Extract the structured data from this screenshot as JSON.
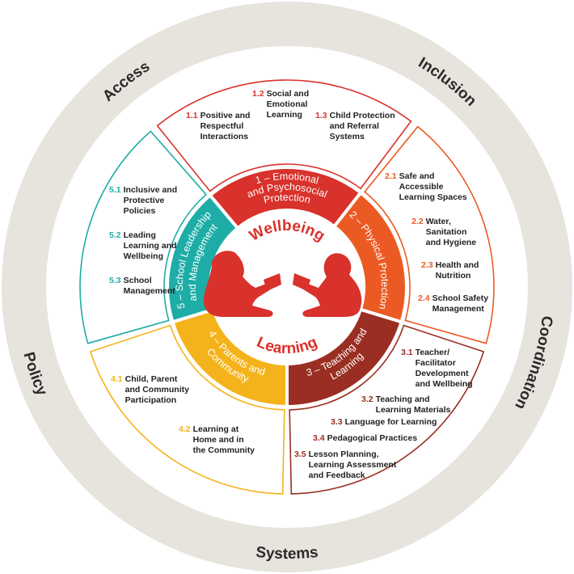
{
  "colors": {
    "ring": "#e7e3dd",
    "s1": "#d9312b",
    "s2": "#ec5a24",
    "s3": "#9a2e22",
    "s4": "#f5b31b",
    "s5": "#1dada6",
    "center_text": "#d9312b",
    "item_text": "#222222"
  },
  "outer_ring": [
    "Access",
    "Inclusion",
    "Coordination",
    "Systems",
    "Policy"
  ],
  "center": {
    "top": "Wellbeing",
    "bottom": "Learning",
    "image": "children-reading-icon"
  },
  "domains": [
    {
      "lines": [
        "1 – Emotional",
        "and Psychosocial",
        "Protection"
      ]
    },
    {
      "lines": [
        "2 – Physical Protection"
      ]
    },
    {
      "lines": [
        "3 – Teaching and",
        "Learning"
      ]
    },
    {
      "lines": [
        "4 – Parents and",
        "Community"
      ]
    },
    {
      "lines": [
        "5 – School Leadership",
        "and Management"
      ]
    }
  ],
  "items": [
    {
      "num": "1.1",
      "text": "Positive and\nRespectful\nInteractions",
      "domain": 1
    },
    {
      "num": "1.2",
      "text": "Social and\nEmotional\nLearning",
      "domain": 1
    },
    {
      "num": "1.3",
      "text": "Child Protection\nand Referral\nSystems",
      "domain": 1
    },
    {
      "num": "2.1",
      "text": "Safe and\nAccessible\nLearning Spaces",
      "domain": 2
    },
    {
      "num": "2.2",
      "text": "Water,\nSanitation\nand Hygiene",
      "domain": 2
    },
    {
      "num": "2.3",
      "text": "Health and\nNutrition",
      "domain": 2
    },
    {
      "num": "2.4",
      "text": "School Safety\nManagement",
      "domain": 2
    },
    {
      "num": "3.1",
      "text": "Teacher/\nFacilitator\nDevelopment\nand Wellbeing",
      "domain": 3
    },
    {
      "num": "3.2",
      "text": "Teaching and\nLearning Materials",
      "domain": 3
    },
    {
      "num": "3.3",
      "text": "Language for Learning",
      "domain": 3
    },
    {
      "num": "3.4",
      "text": "Pedagogical Practices",
      "domain": 3
    },
    {
      "num": "3.5",
      "text": "Lesson Planning,\nLearning Assessment\nand Feedback",
      "domain": 3
    },
    {
      "num": "4.1",
      "text": "Child, Parent\nand Community\nParticipation",
      "domain": 4
    },
    {
      "num": "4.2",
      "text": "Learning at\nHome and in\nthe Community",
      "domain": 4
    },
    {
      "num": "5.1",
      "text": "Inclusive and\nProtective\nPolicies",
      "domain": 5
    },
    {
      "num": "5.2",
      "text": "Leading\nLearning and\nWellbeing",
      "domain": 5
    },
    {
      "num": "5.3",
      "text": "School\nManagement",
      "domain": 5
    }
  ]
}
